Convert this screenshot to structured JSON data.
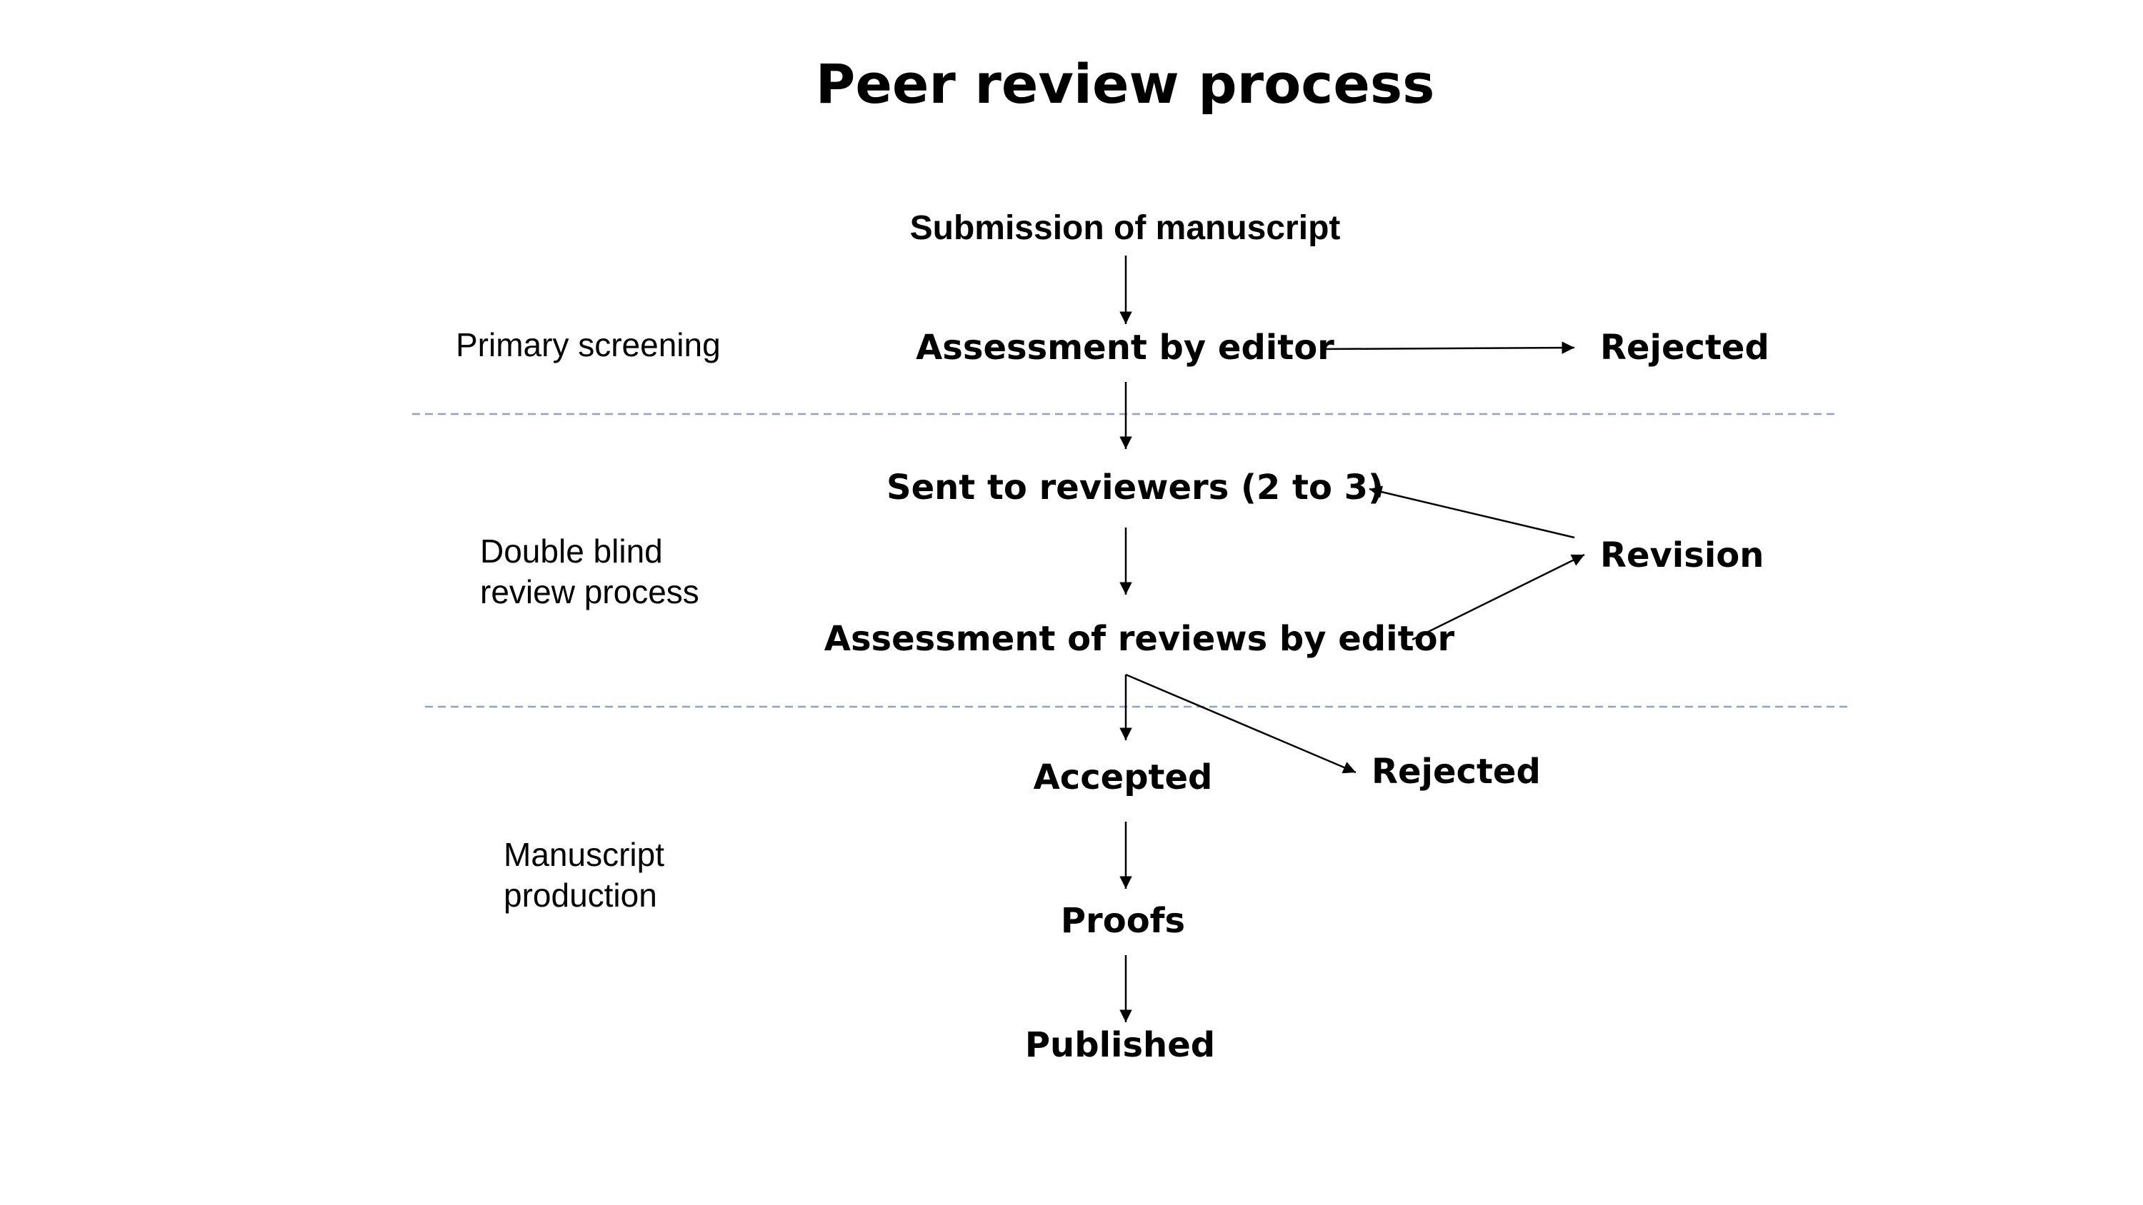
{
  "title": "Peer review process",
  "stages": {
    "primary_screening": "Primary screening",
    "double_blind": [
      "Double blind",
      "review process"
    ],
    "production": [
      "Manuscript",
      "production"
    ]
  },
  "nodes": {
    "submission": "Submission of manuscript",
    "assessment_editor": "Assessment by editor",
    "rejected_primary": "Rejected",
    "sent_reviewers": "Sent to reviewers (2 to 3)",
    "revision": "Revision",
    "assessment_reviews": "Assessment of reviews by editor",
    "accepted": "Accepted",
    "rejected_review": "Rejected",
    "proofs": "Proofs",
    "published": "Published"
  },
  "colors": {
    "text": "#000000",
    "arrow": "#000000",
    "divider": "#8fa5bd"
  }
}
